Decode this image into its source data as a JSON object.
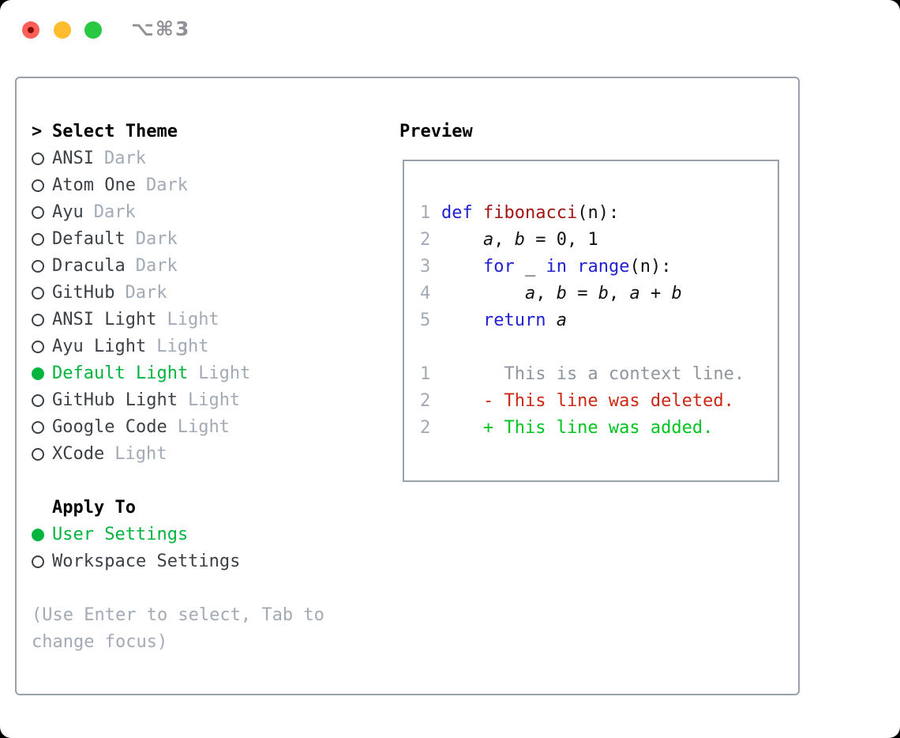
{
  "window": {
    "title": "⌥⌘3"
  },
  "titlebar": {
    "buttons": [
      {
        "name": "close",
        "color_key": "tl_red"
      },
      {
        "name": "minimize",
        "color_key": "tl_yellow"
      },
      {
        "name": "zoom",
        "color_key": "tl_green"
      }
    ]
  },
  "theme_panel": {
    "header": {
      "prefix": ">",
      "label": "Select Theme"
    },
    "themes": [
      {
        "name": "ANSI",
        "variant": "Dark",
        "selected": false
      },
      {
        "name": "Atom One",
        "variant": "Dark",
        "selected": false
      },
      {
        "name": "Ayu",
        "variant": "Dark",
        "selected": false
      },
      {
        "name": "Default",
        "variant": "Dark",
        "selected": false
      },
      {
        "name": "Dracula",
        "variant": "Dark",
        "selected": false
      },
      {
        "name": "GitHub",
        "variant": "Dark",
        "selected": false
      },
      {
        "name": "ANSI Light",
        "variant": "Light",
        "selected": false
      },
      {
        "name": "Ayu Light",
        "variant": "Light",
        "selected": false
      },
      {
        "name": "Default Light",
        "variant": "Light",
        "selected": true
      },
      {
        "name": "GitHub Light",
        "variant": "Light",
        "selected": false
      },
      {
        "name": "Google Code",
        "variant": "Light",
        "selected": false
      },
      {
        "name": "XCode",
        "variant": "Light",
        "selected": false
      }
    ],
    "apply_to": {
      "label": "Apply To",
      "options": [
        {
          "name": "User Settings",
          "selected": true
        },
        {
          "name": "Workspace Settings",
          "selected": false
        }
      ]
    },
    "help": [
      "(Use Enter to select, Tab to",
      "change focus)"
    ]
  },
  "preview": {
    "label": "Preview",
    "code_lines": [
      {
        "num": "1",
        "tokens": [
          [
            "def",
            "kw"
          ],
          [
            " ",
            "pl"
          ],
          [
            "fibonacci",
            "fn"
          ],
          [
            "(n):",
            "pl"
          ]
        ]
      },
      {
        "num": "2",
        "tokens": [
          [
            "    ",
            "pl"
          ],
          [
            "a",
            "var"
          ],
          [
            ", ",
            "pl"
          ],
          [
            "b",
            "var"
          ],
          [
            " = 0, 1",
            "pl"
          ]
        ]
      },
      {
        "num": "3",
        "tokens": [
          [
            "    ",
            "pl"
          ],
          [
            "for",
            "kw"
          ],
          [
            " _ ",
            "pl"
          ],
          [
            "in",
            "kw"
          ],
          [
            " ",
            "pl"
          ],
          [
            "range",
            "kw"
          ],
          [
            "(n):",
            "pl"
          ]
        ]
      },
      {
        "num": "4",
        "tokens": [
          [
            "        ",
            "pl"
          ],
          [
            "a",
            "var"
          ],
          [
            ", ",
            "pl"
          ],
          [
            "b",
            "var"
          ],
          [
            " = ",
            "pl"
          ],
          [
            "b",
            "var"
          ],
          [
            ", ",
            "pl"
          ],
          [
            "a",
            "var"
          ],
          [
            " + ",
            "pl"
          ],
          [
            "b",
            "var"
          ]
        ]
      },
      {
        "num": "5",
        "tokens": [
          [
            "    ",
            "pl"
          ],
          [
            "return",
            "kw"
          ],
          [
            " ",
            "pl"
          ],
          [
            "a",
            "var"
          ]
        ]
      }
    ],
    "diff_lines": [
      {
        "num": "1",
        "kind": "context",
        "text": "      This is a context line."
      },
      {
        "num": "2",
        "kind": "deleted",
        "text": "    - This line was deleted."
      },
      {
        "num": "2",
        "kind": "added",
        "text": "    + This line was added."
      }
    ]
  },
  "colors": {
    "tl_red": "#ff5f57",
    "tl_red_dot": "#820b02",
    "tl_yellow": "#febc2e",
    "tl_green": "#28c840",
    "title_gray": "#8f9196",
    "border_gray": "#98a1ab",
    "text_black": "#000000",
    "text_dark": "#3c4148",
    "muted_gray": "#a2abb5",
    "context_gray": "#8f969d",
    "selected_green": "#00b43e",
    "added_green": "#00c41f",
    "deleted_red": "#cc2714",
    "keyword_blue": "#1f1fd3",
    "function_red": "#a31515",
    "code_black": "#111111"
  }
}
